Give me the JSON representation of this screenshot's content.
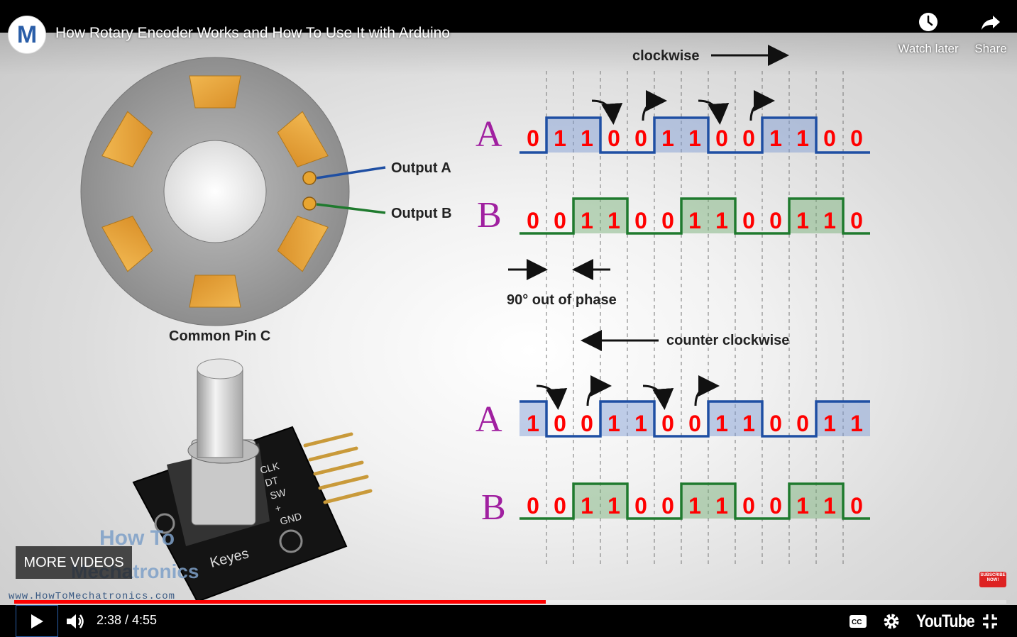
{
  "header": {
    "title": "How Rotary Encoder Works and How To Use It with Arduino",
    "channel_logo_letter": "M",
    "watch_later_label": "Watch later",
    "share_label": "Share"
  },
  "diagram": {
    "output_a_label": "Output A",
    "output_b_label": "Output B",
    "common_pin_label": "Common Pin C",
    "clockwise_label": "clockwise",
    "counter_clockwise_label": "counter clockwise",
    "phase_label": "90° out of phase",
    "channel_a_letter": "A",
    "channel_b_letter": "B",
    "module_pins": [
      "CLK",
      "DT",
      "SW",
      "+",
      "GND"
    ],
    "module_brand": "Keyes",
    "cw_a_digits": [
      "0",
      "1",
      "1",
      "0",
      "0",
      "1",
      "1",
      "0",
      "0",
      "1",
      "1",
      "0",
      "0"
    ],
    "cw_b_digits": [
      "0",
      "0",
      "1",
      "1",
      "0",
      "0",
      "1",
      "1",
      "0",
      "0",
      "1",
      "1",
      "0"
    ],
    "ccw_a_digits": [
      "1",
      "0",
      "0",
      "1",
      "1",
      "0",
      "0",
      "1",
      "1",
      "0",
      "0",
      "1",
      "1"
    ],
    "ccw_b_digits": [
      "0",
      "0",
      "1",
      "1",
      "0",
      "0",
      "1",
      "1",
      "0",
      "0",
      "1",
      "1",
      "0"
    ]
  },
  "overlay": {
    "more_videos_label": "MORE VIDEOS",
    "watermark_line1": "How To",
    "watermark_line2": "Mechatronics",
    "watermark_url": "www.HowToMechatronics.com",
    "subscribe_label": "SUBSCRIBE NOW!"
  },
  "player": {
    "current_time": "2:38",
    "duration": "4:55",
    "time_display": "2:38 / 4:55",
    "progress_fraction": 0.536,
    "logo_text": "YouTube",
    "colors": {
      "progress": "#ff0000",
      "channel_a": "#1f4fa3",
      "channel_b": "#1f7a2e",
      "digits": "#ff0000"
    }
  }
}
